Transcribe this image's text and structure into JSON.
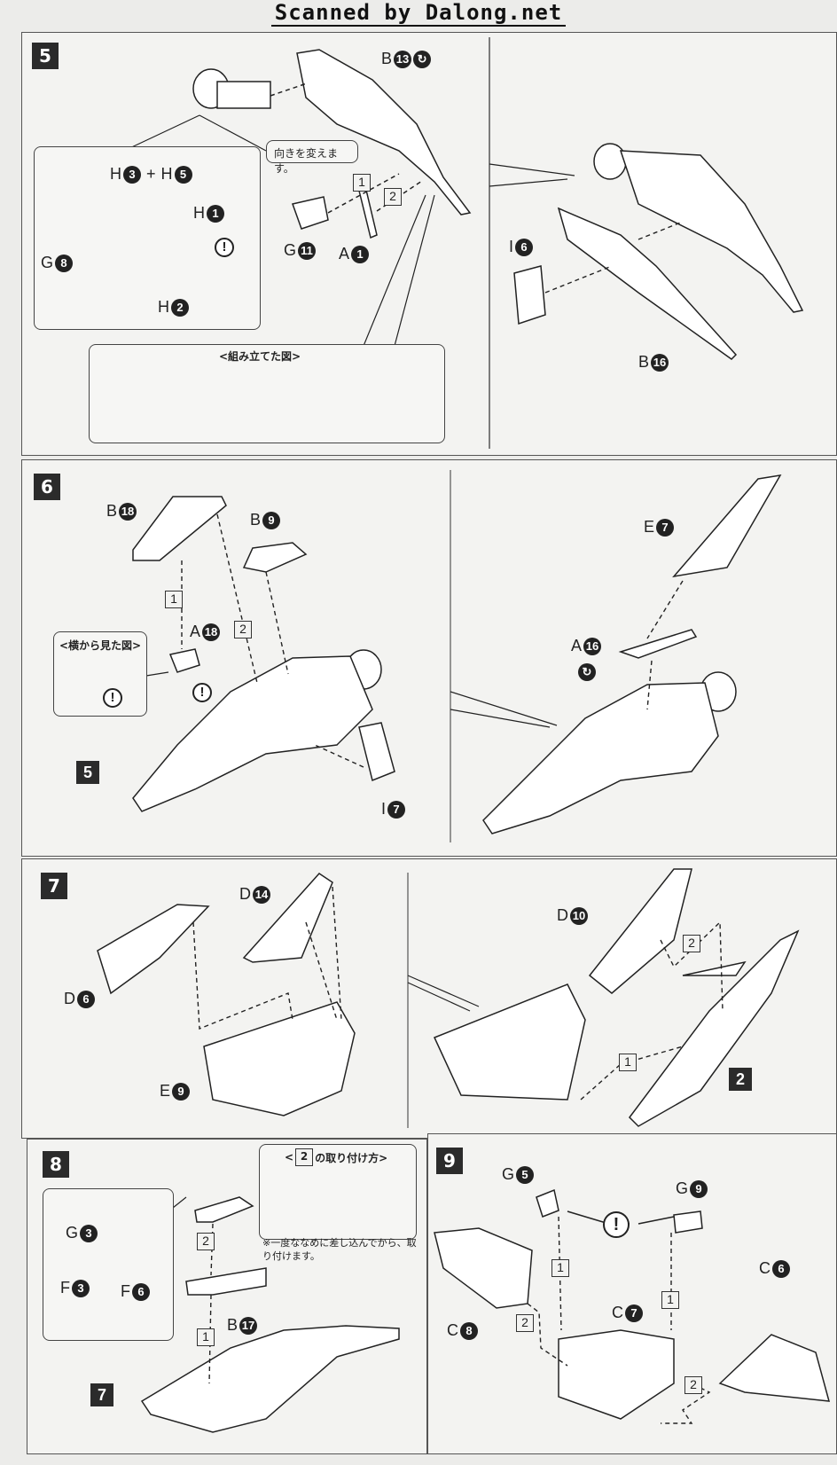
{
  "header": {
    "watermark": "Scanned by Dalong.net"
  },
  "steps": {
    "s5": {
      "num": "5",
      "note_turn": "向きを変えます。",
      "assembled_title": "<組み立てた図>",
      "labels": {
        "b13_letter": "B",
        "b13_num": "13",
        "h3_letter": "H",
        "h3_num": "3",
        "plus": "+",
        "h5_letter": "H",
        "h5_num": "5",
        "h1_letter": "H",
        "h1_num": "1",
        "g8_letter": "G",
        "g8_num": "8",
        "h2_letter": "H",
        "h2_num": "2",
        "g11_letter": "G",
        "g11_num": "11",
        "a1_letter": "A",
        "a1_num": "1",
        "i6_letter": "I",
        "i6_num": "6",
        "b16_letter": "B",
        "b16_num": "16",
        "order1": "1",
        "order2": "2"
      }
    },
    "s6": {
      "num": "6",
      "side_view_title": "<横から見た図>",
      "labels": {
        "b18_letter": "B",
        "b18_num": "18",
        "b9_letter": "B",
        "b9_num": "9",
        "a18_letter": "A",
        "a18_num": "18",
        "ref5": "5",
        "i7_letter": "I",
        "i7_num": "7",
        "e7_letter": "E",
        "e7_num": "7",
        "a16_letter": "A",
        "a16_num": "16",
        "order1": "1",
        "order2": "2"
      }
    },
    "s7": {
      "num": "7",
      "labels": {
        "d6_letter": "D",
        "d6_num": "6",
        "d14_letter": "D",
        "d14_num": "14",
        "e9_letter": "E",
        "e9_num": "9",
        "d10_letter": "D",
        "d10_num": "10",
        "ref2": "2",
        "order1": "1",
        "order2": "2"
      }
    },
    "s8": {
      "num": "8",
      "callout_title_pre": "<",
      "callout_title_box": "2",
      "callout_title_post": "の取り付け方>",
      "callout_note": "※一度ななめに差し込んでから、取り付けます。",
      "labels": {
        "g3_letter": "G",
        "g3_num": "3",
        "f3_letter": "F",
        "f3_num": "3",
        "f6_letter": "F",
        "f6_num": "6",
        "b17_letter": "B",
        "b17_num": "17",
        "ref7": "7",
        "order1": "1",
        "order2": "2"
      }
    },
    "s9": {
      "num": "9",
      "labels": {
        "g5_letter": "G",
        "g5_num": "5",
        "g9_letter": "G",
        "g9_num": "9",
        "c8_letter": "C",
        "c8_num": "8",
        "c7_letter": "C",
        "c7_num": "7",
        "c6_letter": "C",
        "c6_num": "6",
        "order1": "1",
        "order2": "2"
      }
    }
  },
  "icons": {
    "warning": "!"
  }
}
